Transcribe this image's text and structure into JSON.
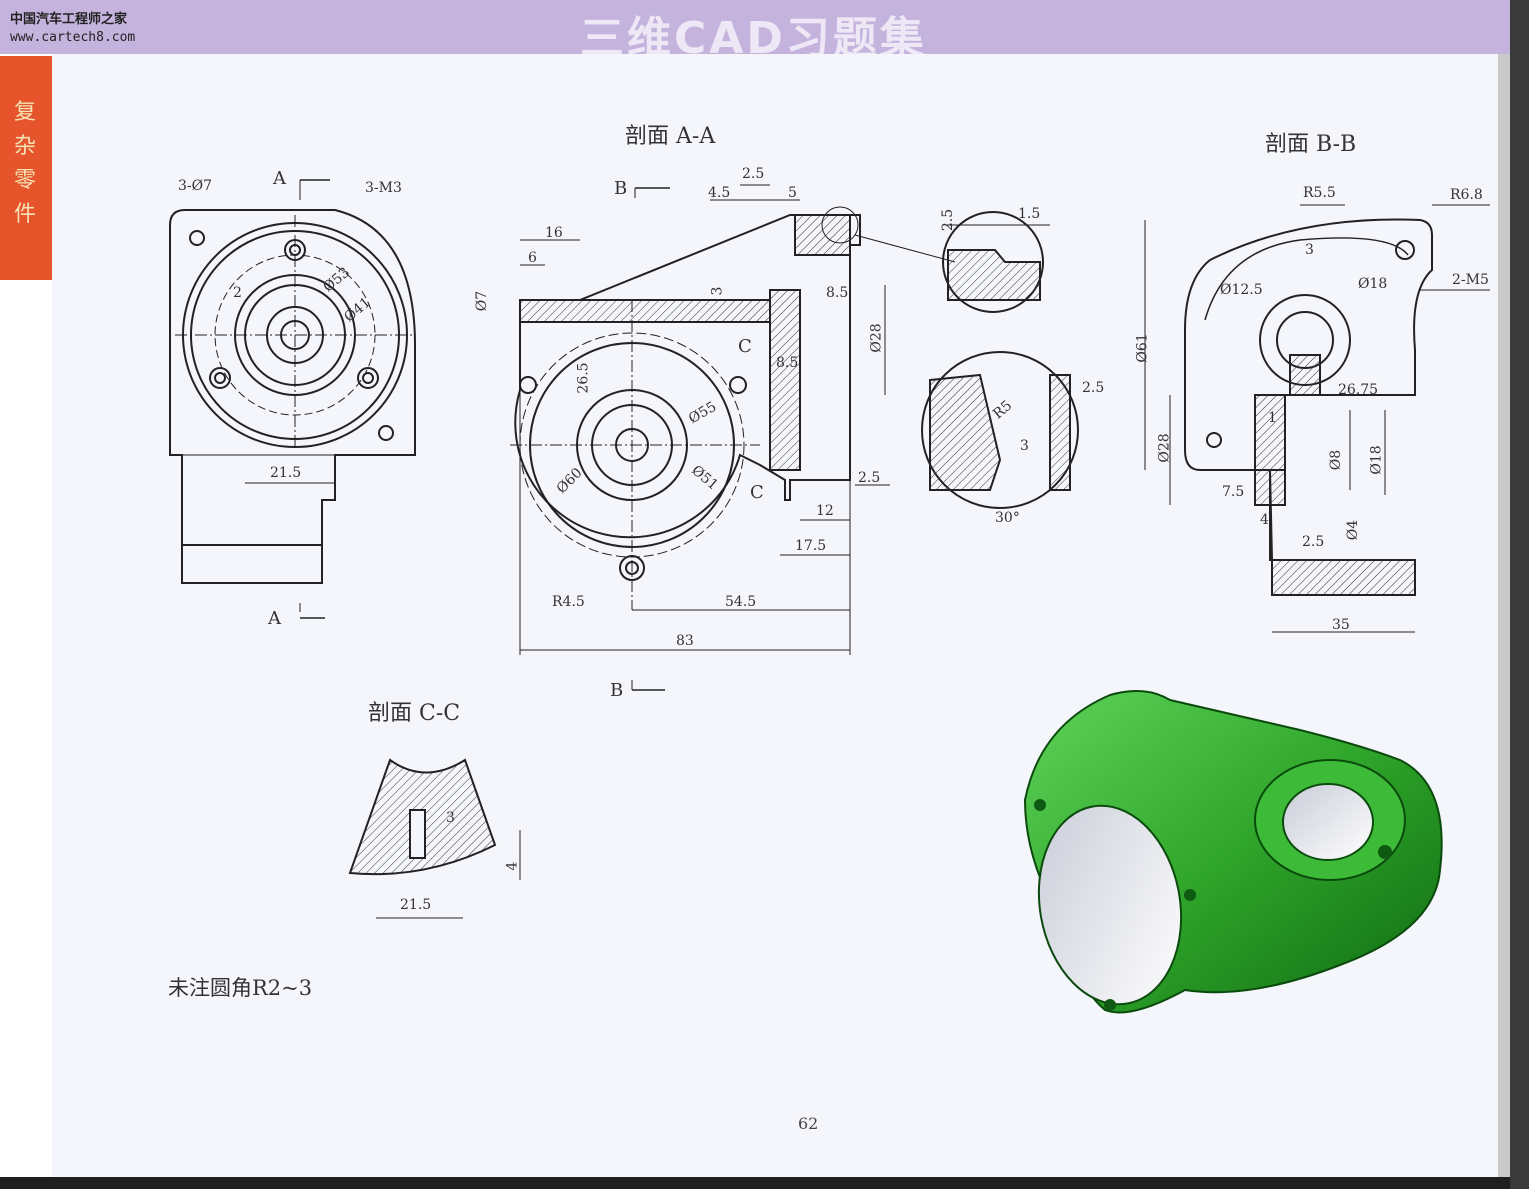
{
  "header": {
    "watermark_cn": "中国汽车工程师之家",
    "watermark_url": "www.cartech8.com",
    "title": "三维CAD习题集"
  },
  "side_tab": {
    "label": "复杂零件"
  },
  "views": {
    "section_aa_title": "剖面 A-A",
    "section_bb_title": "剖面 B-B",
    "section_cc_title": "剖面 C-C"
  },
  "markers": {
    "a_top": "A",
    "a_bottom": "A",
    "b_top": "B",
    "b_bottom": "B",
    "c_upper": "C",
    "c_lower": "C"
  },
  "dimensions": {
    "left_view": [
      "3-Ø7",
      "3-M3",
      "2",
      "Ø53",
      "Ø41",
      "21.5"
    ],
    "section_aa": [
      "2.5",
      "4.5",
      "5",
      "16",
      "6",
      "Ø7",
      "3",
      "8.5",
      "Ø28",
      "8.5",
      "26.5",
      "Ø55",
      "Ø60",
      "Ø51",
      "2.5",
      "12",
      "17.5",
      "R4.5",
      "54.5",
      "83"
    ],
    "details": [
      "2.5",
      "1.5",
      "R5",
      "3",
      "2.5",
      "30°"
    ],
    "section_bb": [
      "R5.5",
      "R6.8",
      "3",
      "Ø12.5",
      "Ø18",
      "2-M5",
      "Ø61",
      "26.75",
      "1",
      "Ø28",
      "Ø8",
      "Ø18",
      "7.5",
      "4",
      "Ø4",
      "2.5",
      "35"
    ],
    "section_cc": [
      "3",
      "4",
      "21.5"
    ]
  },
  "note": "未注圆角R2~3",
  "page_number": "62",
  "colors": {
    "header_bg": "#c4b3dd",
    "tab_bg": "#e6542b",
    "model_green": "#2fa52a"
  }
}
